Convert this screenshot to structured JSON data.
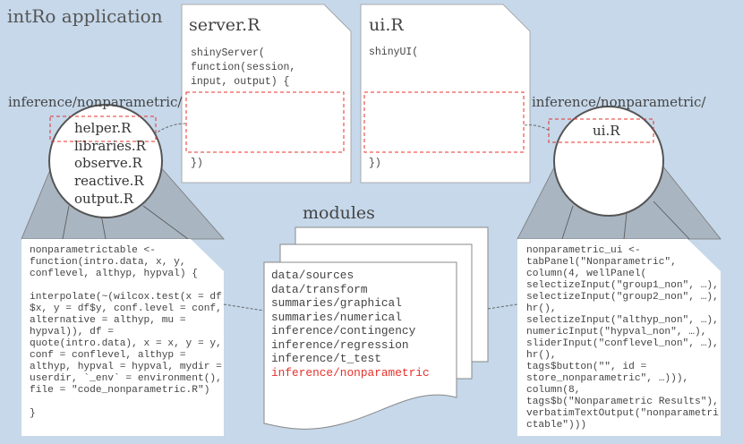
{
  "title": "intRo application",
  "server": {
    "filename": "server.R",
    "code_lines": [
      "shinyServer(",
      "function(session,",
      "input, output) {"
    ],
    "closing": "})"
  },
  "ui": {
    "filename": "ui.R",
    "code_lines": [
      "shinyUI("
    ],
    "closing": "})"
  },
  "left_module": {
    "path_label": "inference/nonparametric/",
    "files": [
      "helper.R",
      "libraries.R",
      "observe.R",
      "reactive.R",
      "output.R"
    ],
    "code": "nonparametrictable <-\nfunction(intro.data, x, y,\nconflevel, althyp, hypval) {\n\ninterpolate(~(wilcox.test(x = df\n$x, y = df$y, conf.level = conf,\nalternative = althyp, mu =\nhypval)), df =\nquote(intro.data), x = x, y = y,\nconf = conflevel, althyp =\nalthyp, hypval = hypval, mydir =\nuserdir, `_env` = environment(),\nfile = \"code_nonparametric.R\")\n\n}"
  },
  "right_module": {
    "path_label": "inference/nonparametric/",
    "files": [
      "ui.R"
    ],
    "code": "nonparametric_ui <-\ntabPanel(\"Nonparametric\",\ncolumn(4, wellPanel(\nselectizeInput(\"group1_non\", …),\nselectizeInput(\"group2_non\", …),\nhr(),\nselectizeInput(\"althyp_non\", …),\nnumericInput(\"hypval_non\", …),\nsliderInput(\"conflevel_non\", …),\nhr(),\ntags$button(\"\", id =\nstore_nonparametric\", …))),\ncolumn(8,\ntags$b(\"Nonparametric Results\"),\nverbatimTextOutput(\"nonparametri\nctable\")))"
  },
  "modules": {
    "label": "modules",
    "items": [
      "data/sources",
      "data/transform",
      "summaries/graphical",
      "summaries/numerical",
      "inference/contingency",
      "inference/regression",
      "inference/t_test",
      "inference/nonparametric"
    ],
    "highlighted_index": 7
  },
  "colors": {
    "background": "#c6d8ea",
    "highlight": "#e8302a",
    "funnel": "#a9b5c1"
  }
}
